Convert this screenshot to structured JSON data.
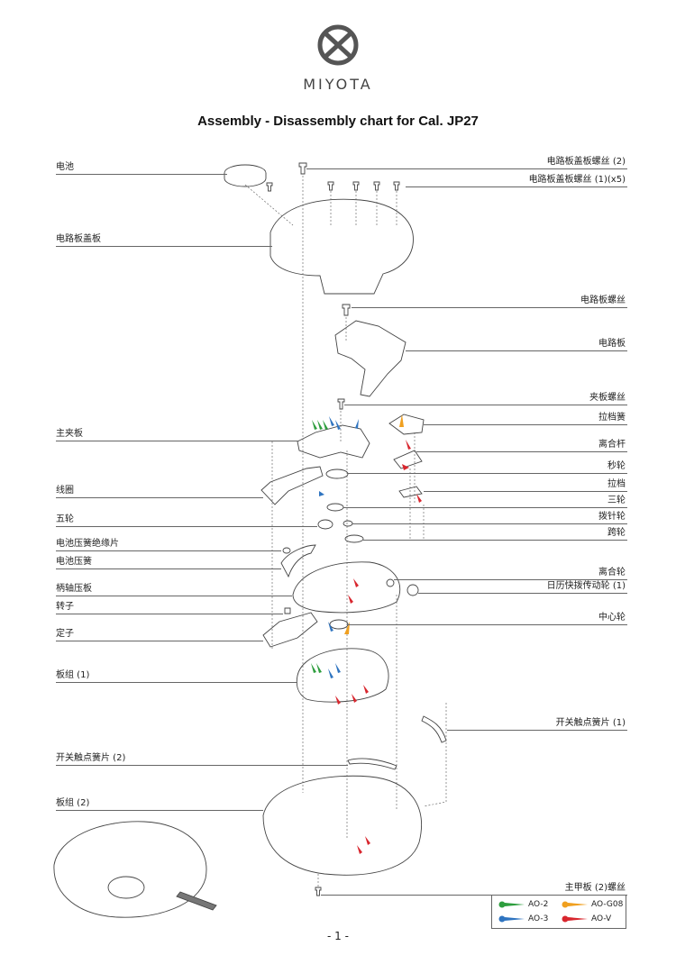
{
  "header": {
    "brand": "MIYOTA",
    "title": "Assembly - Disassembly chart for Cal. JP27"
  },
  "labels_left": [
    "电池",
    "电路板盖板",
    "主夹板",
    "线圈",
    "五轮",
    "电池压簧绝缘片",
    "电池压簧",
    "柄轴压板",
    "转子",
    "定子",
    "板组 (1)",
    "开关触点簧片 (2)",
    "板组 (2)"
  ],
  "labels_right": [
    "电路板盖板螺丝 (2)",
    "电路板盖板螺丝 (1)(x5)",
    "电路板螺丝",
    "电路板",
    "夹板螺丝",
    "拉档簧",
    "离合杆",
    "秒轮",
    "拉档",
    "三轮",
    "拨针轮",
    "跨轮",
    "离合轮",
    "日历快拨传动轮 (1)",
    "中心轮",
    "开关触点簧片 (1)",
    "主甲板 (2)螺丝"
  ],
  "legend": [
    {
      "label": "AO-2",
      "color": "#2e9e3e"
    },
    {
      "label": "AO-G08",
      "color": "#f0a020"
    },
    {
      "label": "AO-3",
      "color": "#2f74c0"
    },
    {
      "label": "AO-V",
      "color": "#d8262e"
    }
  ],
  "footer": {
    "page": "- 1 -"
  }
}
